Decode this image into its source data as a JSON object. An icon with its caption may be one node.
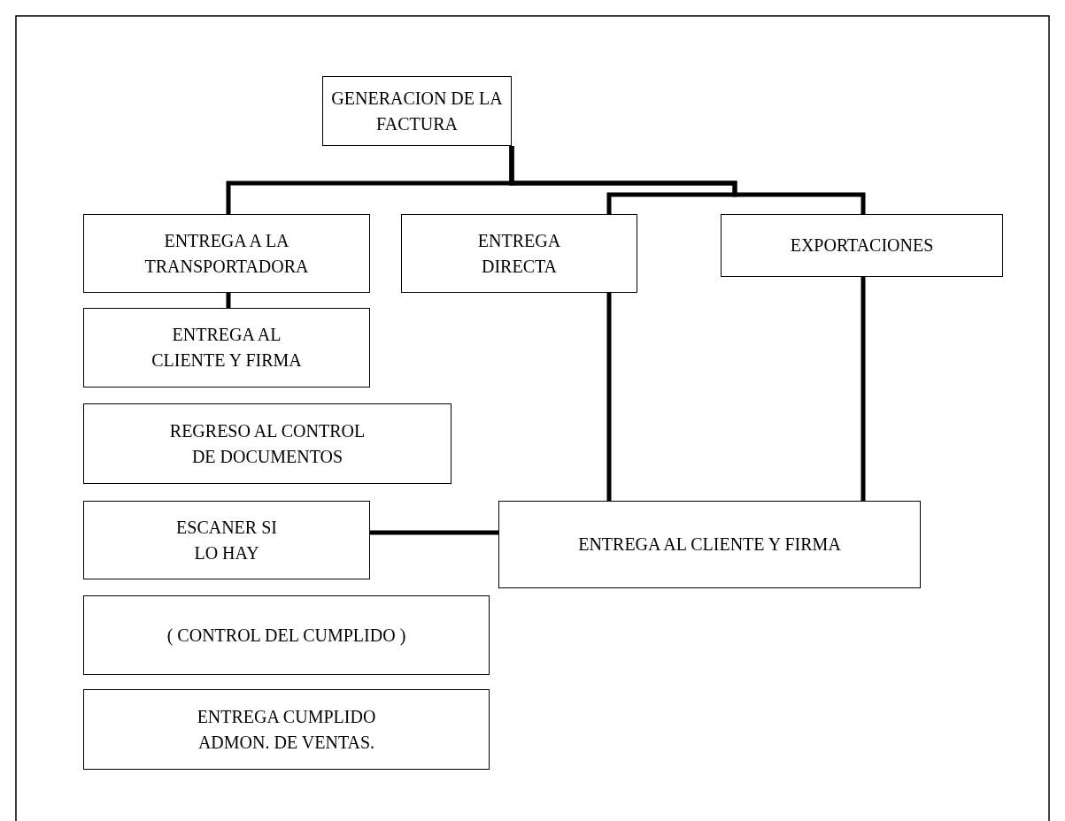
{
  "diagram": {
    "nodes": [
      {
        "text": [
          "GENERACION DE LA FACTURA"
        ]
      },
      {
        "text": [
          "ENTREGA A LA TRANSPORTADORA"
        ]
      },
      {
        "text": [
          "ENTREGA DIRECTA"
        ]
      },
      {
        "text": [
          "EXPORTACIONES"
        ]
      },
      {
        "text": [
          "ENTREGA AL CLIENTE Y FIRMA"
        ]
      },
      {
        "text": [
          "REGRESO AL CONTROL DE DOCUMENTOS"
        ]
      },
      {
        "text": [
          "ESCANER SI LO HAY"
        ]
      },
      {
        "text": [
          "( CONTROL DEL CUMPLIDO )"
        ]
      },
      {
        "text": [
          "ENTREGA CUMPLIDO ADMON. DE VENTAS."
        ]
      },
      {
        "text": [
          "ENTREGA AL CLIENTE Y FIRMA"
        ]
      }
    ],
    "edges": [
      {
        "from": 0,
        "to": 1,
        "arrow": "none"
      },
      {
        "from": 0,
        "to": 2,
        "arrow": "none"
      },
      {
        "from": 0,
        "to": 3,
        "arrow": "none"
      },
      {
        "from": 1,
        "to": 4,
        "arrow": "none"
      },
      {
        "from": 2,
        "to": 9,
        "arrow": "none"
      },
      {
        "from": 3,
        "to": 9,
        "arrow": "none"
      },
      {
        "from": 9,
        "to": 6,
        "arrow": "none"
      }
    ]
  }
}
